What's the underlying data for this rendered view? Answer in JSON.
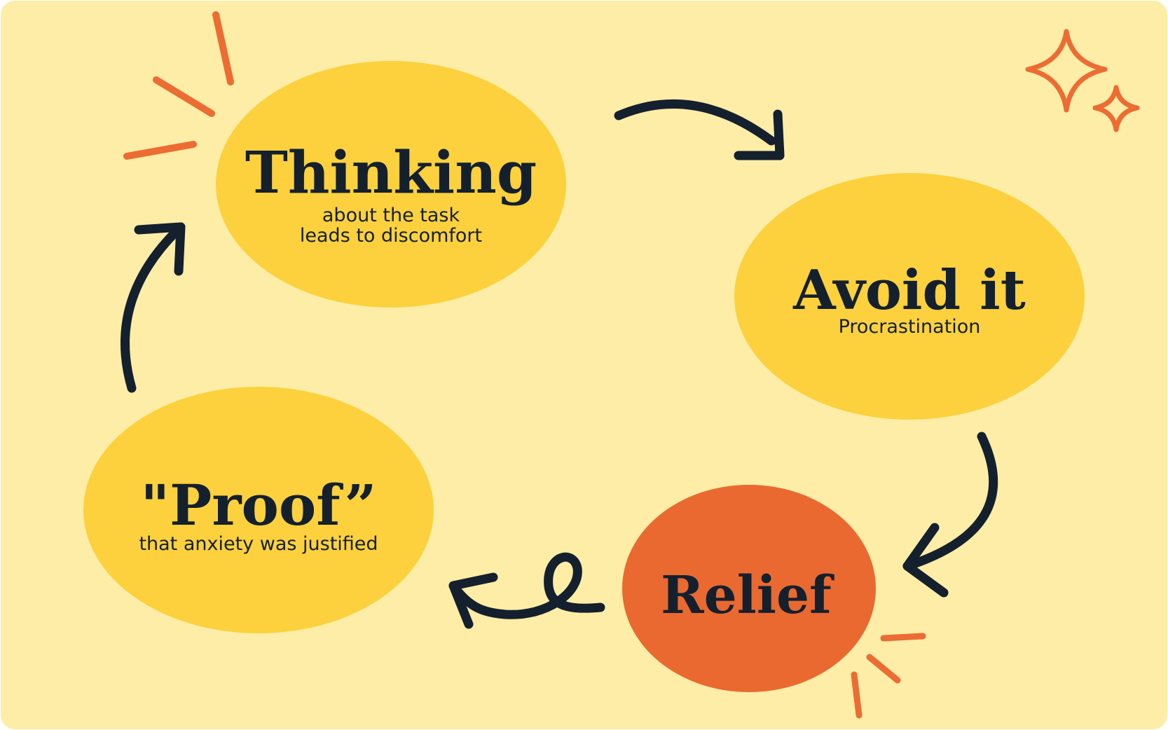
{
  "colors": {
    "background": "#fdeda6",
    "node_yellow": "#fcd13d",
    "node_orange": "#ea6930",
    "accent": "#ec6c33",
    "ink": "#14202e"
  },
  "nodes": {
    "thinking": {
      "title": "Thinking",
      "subtitle_line1": "about the task",
      "subtitle_line2": "leads to discomfort"
    },
    "avoid": {
      "title": "Avoid it",
      "subtitle": "Procrastination"
    },
    "relief": {
      "title": "Relief"
    },
    "proof": {
      "title": "\"Proof”",
      "subtitle": "that anxiety was justified"
    }
  },
  "icons": [
    "burst-lines-icon",
    "sparkle-icon",
    "curved-arrow-icon",
    "loop-arrow-icon"
  ]
}
